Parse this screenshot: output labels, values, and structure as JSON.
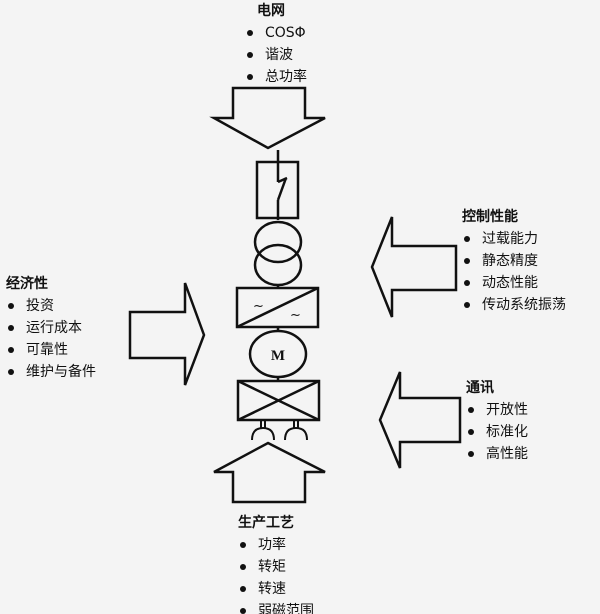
{
  "grid": {
    "title": "电网",
    "items": [
      "COSΦ",
      "谐波",
      "总功率"
    ]
  },
  "control": {
    "title": "控制性能",
    "items": [
      "过载能力",
      "静态精度",
      "动态性能",
      "传动系统振荡"
    ]
  },
  "economy": {
    "title": "经济性",
    "items": [
      "投资",
      "运行成本",
      "可靠性",
      "维护与备件"
    ]
  },
  "comm": {
    "title": "通讯",
    "items": [
      "开放性",
      "标准化",
      "高性能"
    ]
  },
  "process": {
    "title": "生产工艺",
    "items": [
      "功率",
      "转矩",
      "转速",
      "弱磁范围"
    ]
  },
  "motor_label": "M",
  "converter_symbols": [
    "~",
    "~"
  ]
}
